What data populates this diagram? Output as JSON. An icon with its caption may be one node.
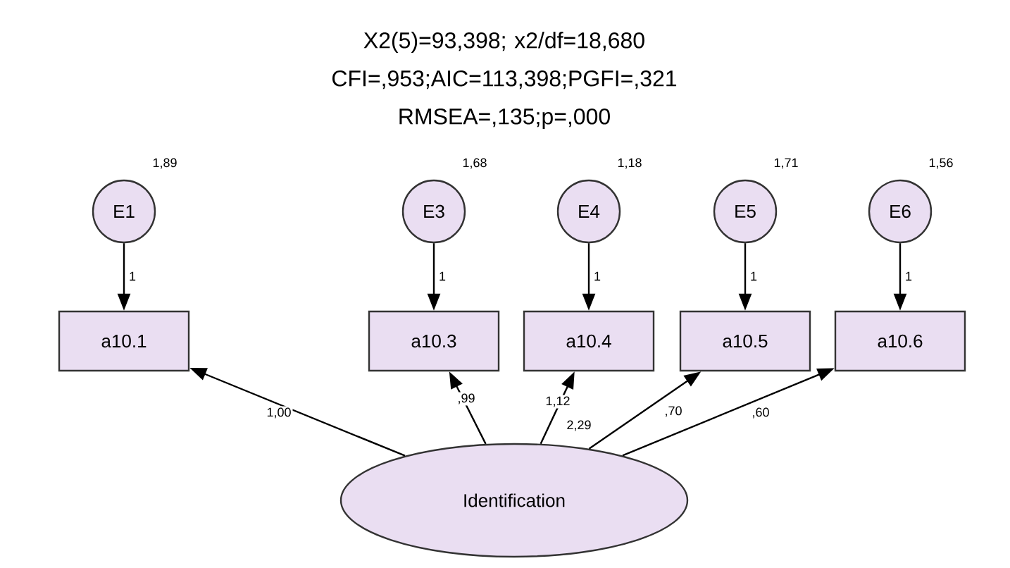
{
  "diagram": {
    "title": "X2(5)=93,398; x2/df=18,680 CFI=,953;AIC=113,398;PGFI=,321 RMSEA=,135;p=,000",
    "nodes": [
      {
        "text": [
          "E1"
        ],
        "beside": [
          "1,89"
        ]
      },
      {
        "text": [
          "E3"
        ],
        "beside": [
          "1,68"
        ]
      },
      {
        "text": [
          "E4"
        ],
        "beside": [
          "1,18"
        ]
      },
      {
        "text": [
          "E5"
        ],
        "beside": [
          "1,71"
        ]
      },
      {
        "text": [
          "E6"
        ],
        "beside": [
          "1,56"
        ]
      },
      {
        "text": [
          "a10.1"
        ]
      },
      {
        "text": [
          "a10.3"
        ]
      },
      {
        "text": [
          "a10.4"
        ]
      },
      {
        "text": [
          "a10.5"
        ]
      },
      {
        "text": [
          "a10.6"
        ]
      },
      {
        "text": [
          "Identification"
        ],
        "beside": [
          "2,29"
        ]
      }
    ],
    "edges": [
      {
        "from": 0,
        "to": 5,
        "arrow": "to",
        "label": "1"
      },
      {
        "from": 1,
        "to": 6,
        "arrow": "to",
        "label": "1"
      },
      {
        "from": 2,
        "to": 7,
        "arrow": "to",
        "label": "1"
      },
      {
        "from": 3,
        "to": 8,
        "arrow": "to",
        "label": "1"
      },
      {
        "from": 4,
        "to": 9,
        "arrow": "to",
        "label": "1"
      },
      {
        "from": 10,
        "to": 5,
        "arrow": "to",
        "label": "1,00"
      },
      {
        "from": 10,
        "to": 6,
        "arrow": "to",
        "label": ",99"
      },
      {
        "from": 10,
        "to": 7,
        "arrow": "to",
        "label": "1,12"
      },
      {
        "from": 10,
        "to": 8,
        "arrow": "to",
        "label": ",70"
      },
      {
        "from": 10,
        "to": 9,
        "arrow": "to",
        "label": ",60"
      }
    ]
  }
}
